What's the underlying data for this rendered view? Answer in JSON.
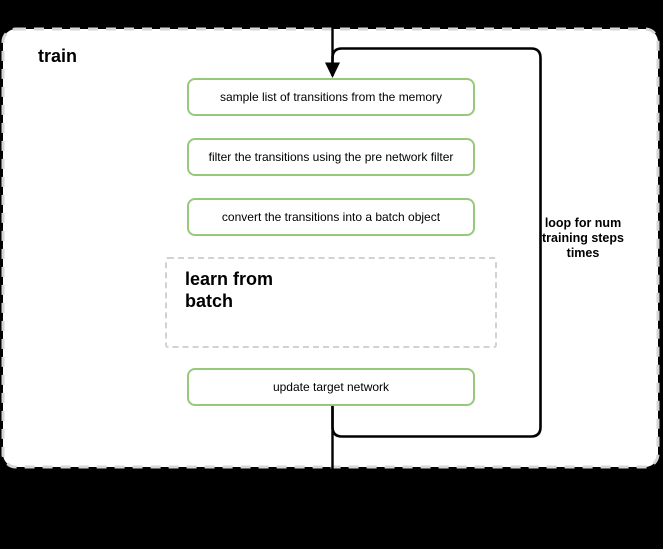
{
  "diagram": {
    "title": "train",
    "process_steps": [
      {
        "label": "sample list of transitions from the memory"
      },
      {
        "label": "filter the transitions using the pre network filter"
      },
      {
        "label": "convert the transitions into a batch object"
      }
    ],
    "subprocess": {
      "label": "learn from batch"
    },
    "final_step": {
      "label": "update target network"
    },
    "loop_annotation": {
      "label": "loop for num training steps times"
    },
    "colors": {
      "background": "#000000",
      "container_fill": "#ffffff",
      "container_border": "#d6d6d6",
      "step_border": "#97c97a",
      "subprocess_border": "#d2d2d2",
      "connector": "#000000",
      "text": "#000000"
    }
  }
}
